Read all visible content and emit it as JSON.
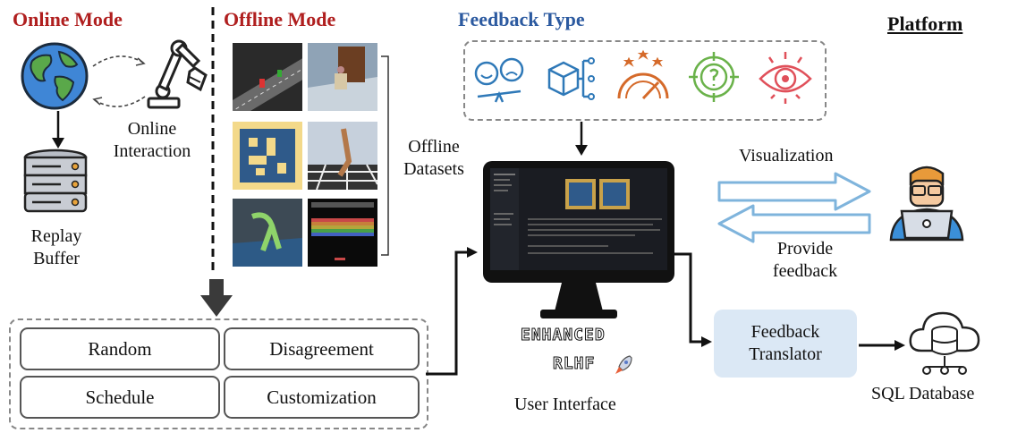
{
  "online": {
    "title": "Online Mode",
    "interaction": "Online\nInteraction",
    "buffer": "Replay\nBuffer"
  },
  "offline": {
    "title": "Offline Mode",
    "datasets": "Offline\nDatasets"
  },
  "feedback": {
    "title": "Feedback Type",
    "icons": [
      "comparative-faces-icon",
      "descriptive-box-icon",
      "evaluative-gauge-icon",
      "corrective-target-icon",
      "demonstrative-eye-icon"
    ]
  },
  "platform": {
    "title": "Platform"
  },
  "sampling": {
    "options": [
      "Random",
      "Disagreement",
      "Schedule",
      "Customization"
    ]
  },
  "ui": {
    "logo_line1": "ENHANCED",
    "logo_line2": "RLHF",
    "label": "User Interface"
  },
  "edges": {
    "visualization": "Visualization",
    "provide_feedback": "Provide\nfeedback"
  },
  "translator": {
    "label": "Feedback\nTranslator"
  },
  "database": {
    "label": "SQL Database"
  },
  "colors": {
    "red": "#b01f1f",
    "blue": "#2c5aa0",
    "arrow_blue": "#7fb4dc",
    "translator_bg": "#dbe8f5"
  }
}
